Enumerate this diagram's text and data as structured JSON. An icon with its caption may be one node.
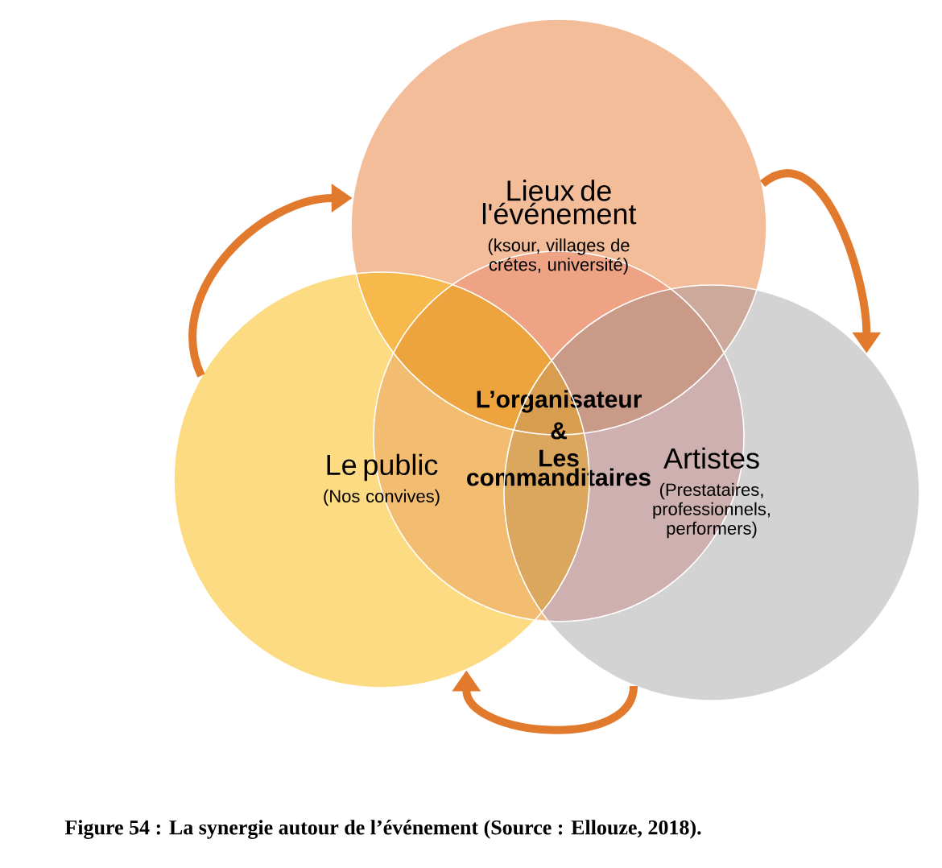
{
  "diagram": {
    "caption": "Figure 54 : La synergie autour de l’événement (Source : Ellouze, 2018).",
    "nodes": [
      {
        "text": [
          "Lieux de l'événement",
          "(ksour, villages de crétes, université)"
        ]
      },
      {
        "text": [
          "L’organisateur",
          "&",
          "Les commanditaires"
        ]
      },
      {
        "text": [
          "Le public",
          "(Nos convives)"
        ]
      },
      {
        "text": [
          "Artistes",
          "(Prestataires, professionnels, performers)"
        ]
      }
    ],
    "edges": [
      {
        "from": 2,
        "to": 0,
        "arrow": "to"
      },
      {
        "from": 0,
        "to": 3,
        "arrow": "to"
      },
      {
        "from": 3,
        "to": 2,
        "arrow": "to"
      }
    ]
  }
}
